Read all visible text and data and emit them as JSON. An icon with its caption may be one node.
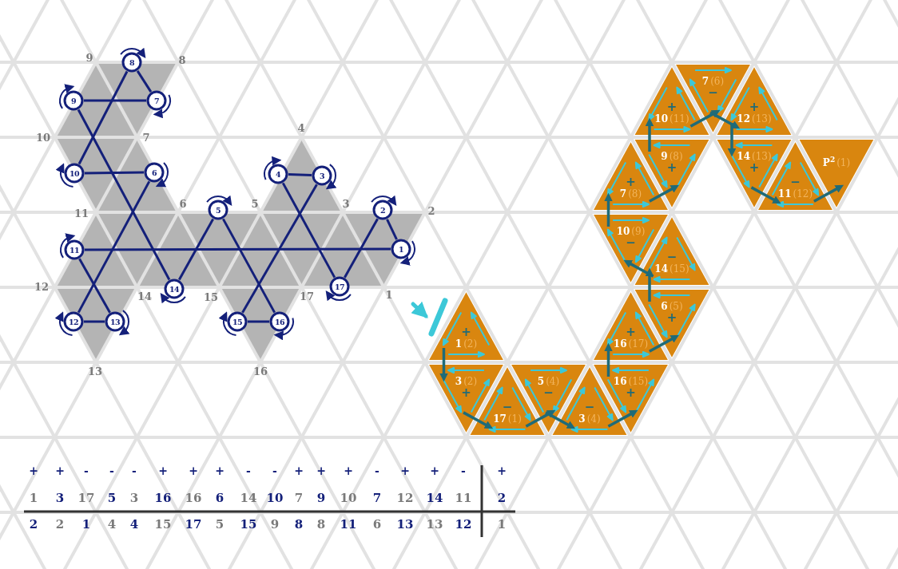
{
  "diagram": {
    "nodes": [
      {
        "text": [
          "8"
        ]
      },
      {
        "text": [
          "9"
        ]
      },
      {
        "text": [
          "7"
        ]
      },
      {
        "text": [
          "10"
        ]
      },
      {
        "text": [
          "6"
        ]
      },
      {
        "text": [
          "4"
        ]
      },
      {
        "text": [
          "3"
        ]
      },
      {
        "text": [
          "5"
        ]
      },
      {
        "text": [
          "2"
        ]
      },
      {
        "text": [
          "11"
        ]
      },
      {
        "text": [
          "1"
        ]
      },
      {
        "text": [
          "14"
        ]
      },
      {
        "text": [
          "17"
        ]
      },
      {
        "text": [
          "12"
        ]
      },
      {
        "text": [
          "13"
        ]
      },
      {
        "text": [
          "15"
        ]
      },
      {
        "text": [
          "16"
        ]
      },
      {
        "text": [
          "+",
          "1",
          "(2)"
        ]
      },
      {
        "text": [
          "3",
          "(2)",
          "+"
        ]
      },
      {
        "text": [
          "−",
          "17",
          "(1)"
        ]
      },
      {
        "text": [
          "5",
          "(4)",
          "−"
        ]
      },
      {
        "text": [
          "−",
          "3",
          "(4)"
        ]
      },
      {
        "text": [
          "16",
          "(15)",
          "+"
        ]
      },
      {
        "text": [
          "+",
          "16",
          "(17)"
        ]
      },
      {
        "text": [
          "6",
          "(5)",
          "+"
        ]
      },
      {
        "text": [
          "−",
          "14",
          "(15)"
        ]
      },
      {
        "text": [
          "10",
          "(9)",
          "−"
        ]
      },
      {
        "text": [
          "+",
          "7",
          "(8)"
        ]
      },
      {
        "text": [
          "9",
          "(8)",
          "+"
        ]
      },
      {
        "text": [
          "+",
          "10",
          "(11)"
        ]
      },
      {
        "text": [
          "7",
          "(6)",
          "−"
        ]
      },
      {
        "text": [
          "+",
          "12",
          "(13)"
        ]
      },
      {
        "text": [
          "14",
          "(13)",
          "+"
        ]
      },
      {
        "text": [
          "−",
          "11",
          "(12)"
        ]
      },
      {
        "text": [
          "P$^{2}$",
          "(1)"
        ]
      }
    ],
    "edges": [
      {
        "from": 0,
        "to": 2,
        "arrow": "none"
      },
      {
        "from": 1,
        "to": 2,
        "arrow": "none"
      },
      {
        "from": 0,
        "to": 3,
        "arrow": "none"
      },
      {
        "from": 1,
        "to": 11,
        "arrow": "none"
      },
      {
        "from": 3,
        "to": 4,
        "arrow": "none"
      },
      {
        "from": 4,
        "to": 13,
        "arrow": "none"
      },
      {
        "from": 9,
        "to": 10,
        "arrow": "none"
      },
      {
        "from": 9,
        "to": 14,
        "arrow": "none"
      },
      {
        "from": 13,
        "to": 14,
        "arrow": "none"
      },
      {
        "from": 11,
        "to": 7,
        "arrow": "none"
      },
      {
        "from": 7,
        "to": 16,
        "arrow": "none"
      },
      {
        "from": 5,
        "to": 6,
        "arrow": "none"
      },
      {
        "from": 5,
        "to": 12,
        "arrow": "none"
      },
      {
        "from": 6,
        "to": 15,
        "arrow": "none"
      },
      {
        "from": 15,
        "to": 16,
        "arrow": "none"
      },
      {
        "from": 12,
        "to": 8,
        "arrow": "none"
      },
      {
        "from": 8,
        "to": 10,
        "arrow": "none"
      },
      {
        "from": 17,
        "to": 18,
        "arrow": "to",
        "color": "#1f6b78"
      },
      {
        "from": 18,
        "to": 19,
        "arrow": "to",
        "color": "#1f6b78"
      },
      {
        "from": 19,
        "to": 20,
        "arrow": "to",
        "color": "#1f6b78"
      },
      {
        "from": 20,
        "to": 21,
        "arrow": "to",
        "color": "#1f6b78"
      },
      {
        "from": 21,
        "to": 22,
        "arrow": "to",
        "color": "#1f6b78"
      },
      {
        "from": 22,
        "to": 23,
        "arrow": "to",
        "color": "#1f6b78"
      },
      {
        "from": 23,
        "to": 24,
        "arrow": "to",
        "color": "#1f6b78"
      },
      {
        "from": 24,
        "to": 25,
        "arrow": "to",
        "color": "#1f6b78"
      },
      {
        "from": 25,
        "to": 26,
        "arrow": "to",
        "color": "#1f6b78"
      },
      {
        "from": 26,
        "to": 27,
        "arrow": "to",
        "color": "#1f6b78"
      },
      {
        "from": 27,
        "to": 28,
        "arrow": "to",
        "color": "#1f6b78"
      },
      {
        "from": 28,
        "to": 29,
        "arrow": "to",
        "color": "#1f6b78"
      },
      {
        "from": 29,
        "to": 30,
        "arrow": "to",
        "color": "#1f6b78"
      },
      {
        "from": 30,
        "to": 31,
        "arrow": "to",
        "color": "#1f6b78"
      },
      {
        "from": 31,
        "to": 32,
        "arrow": "to",
        "color": "#1f6b78"
      },
      {
        "from": 32,
        "to": 33,
        "arrow": "to",
        "color": "#1f6b78"
      },
      {
        "from": 33,
        "to": 34,
        "arrow": "to",
        "color": "#1f6b78"
      }
    ],
    "labels": [
      "9",
      "8",
      "4",
      "10",
      "7",
      "11",
      "6",
      "5",
      "3",
      "2",
      "12",
      "14",
      "15",
      "17",
      "1",
      "13",
      "16",
      "+",
      "+",
      "-",
      "-",
      "-",
      "+",
      "+",
      "+",
      "-",
      "-",
      "+",
      "+",
      "+",
      "-",
      "+",
      "+",
      "-",
      "+",
      "1",
      "3",
      "17",
      "5",
      "3",
      "16",
      "16",
      "6",
      "14",
      "10",
      "7",
      "9",
      "10",
      "7",
      "12",
      "14",
      "11",
      "2",
      "2",
      "2",
      "1",
      "4",
      "4",
      "15",
      "17",
      "5",
      "15",
      "9",
      "8",
      "8",
      "11",
      "6",
      "13",
      "13",
      "12",
      "1"
    ]
  }
}
